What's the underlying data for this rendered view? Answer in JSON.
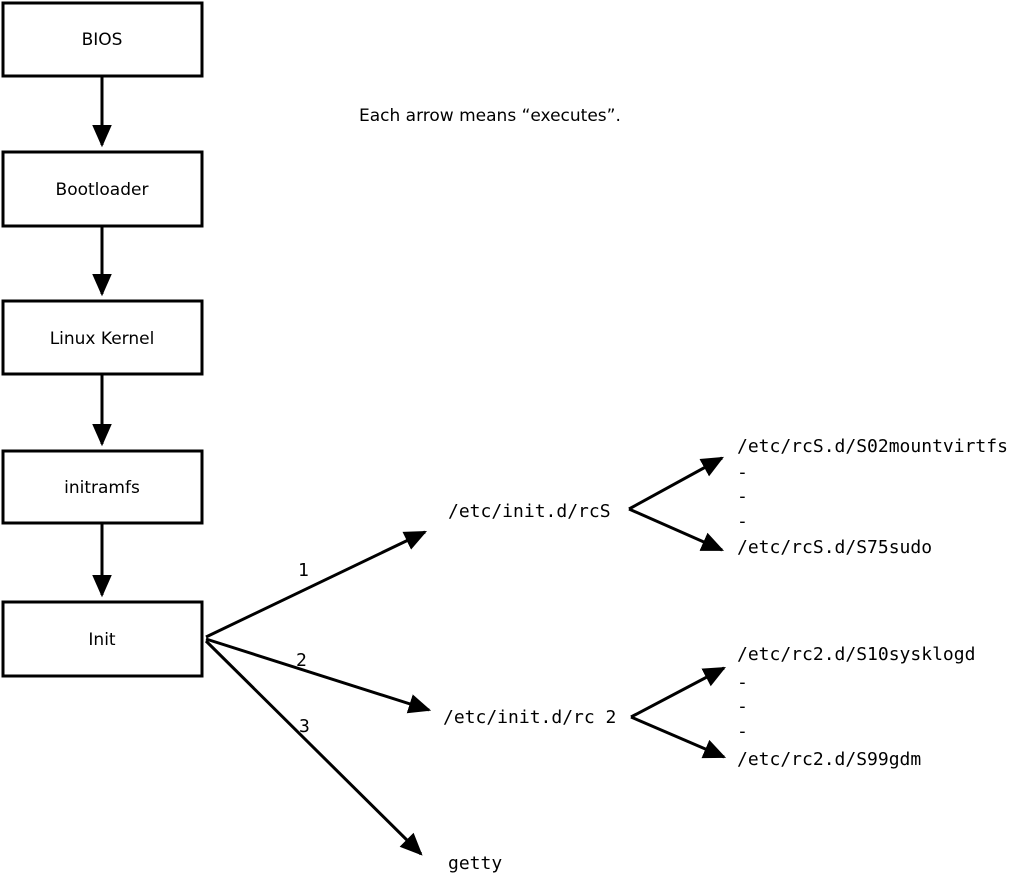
{
  "diagram": {
    "caption": "Each arrow means “executes”.",
    "nodes": [
      {
        "label": "BIOS"
      },
      {
        "label": "Bootloader"
      },
      {
        "label": "Linux Kernel"
      },
      {
        "label": "initramfs"
      },
      {
        "label": "Init"
      }
    ],
    "arrow_numbers": [
      "1",
      "2",
      "3"
    ],
    "level2": {
      "rcs_script": "/etc/init.d/rcS",
      "rc2_script": "/etc/init.d/rc 2",
      "getty": "getty"
    },
    "rcs_entries": [
      "/etc/rcS.d/S02mountvirtfs",
      "-",
      "-",
      "-",
      "/etc/rcS.d/S75sudo"
    ],
    "rc2_entries": [
      "/etc/rc2.d/S10sysklogd",
      "-",
      "-",
      "-",
      "/etc/rc2.d/S99gdm"
    ],
    "colors": {
      "line": "#000000",
      "box_fill": "#ffffff",
      "text": "#000000",
      "background": "#ffffff"
    }
  }
}
